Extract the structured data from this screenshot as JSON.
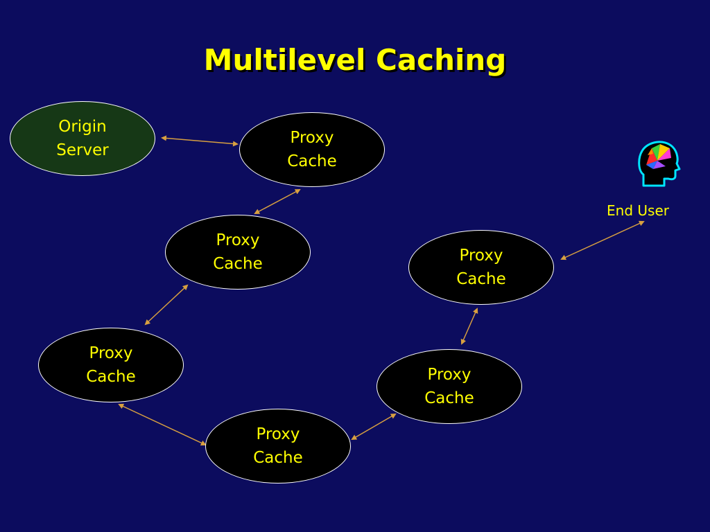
{
  "slide": {
    "title": "Multilevel Caching"
  },
  "nodes": {
    "origin": {
      "label": "Origin Server"
    },
    "proxy_1": {
      "label": "Proxy\nCache"
    },
    "proxy_2": {
      "label": "Proxy\nCache"
    },
    "proxy_3": {
      "label": "Proxy\nCache"
    },
    "proxy_4": {
      "label": "Proxy\nCache"
    },
    "proxy_5": {
      "label": "Proxy\nCache"
    },
    "proxy_6": {
      "label": "Proxy\nCache"
    }
  },
  "end_user": {
    "label": "End User",
    "icon": "user-head-icon"
  },
  "edges": [
    {
      "from": "origin",
      "to": "proxy_1"
    },
    {
      "from": "proxy_1",
      "to": "proxy_2"
    },
    {
      "from": "proxy_2",
      "to": "proxy_3"
    },
    {
      "from": "proxy_3",
      "to": "proxy_4"
    },
    {
      "from": "proxy_4",
      "to": "proxy_5"
    },
    {
      "from": "proxy_5",
      "to": "proxy_6"
    },
    {
      "from": "proxy_6",
      "to": "end_user"
    }
  ],
  "colors": {
    "background": "#0c0c5e",
    "text": "#ffff00",
    "node_fill": "#000000",
    "origin_fill": "#163816",
    "node_border": "#ffffff",
    "connector": "#d8a040"
  }
}
